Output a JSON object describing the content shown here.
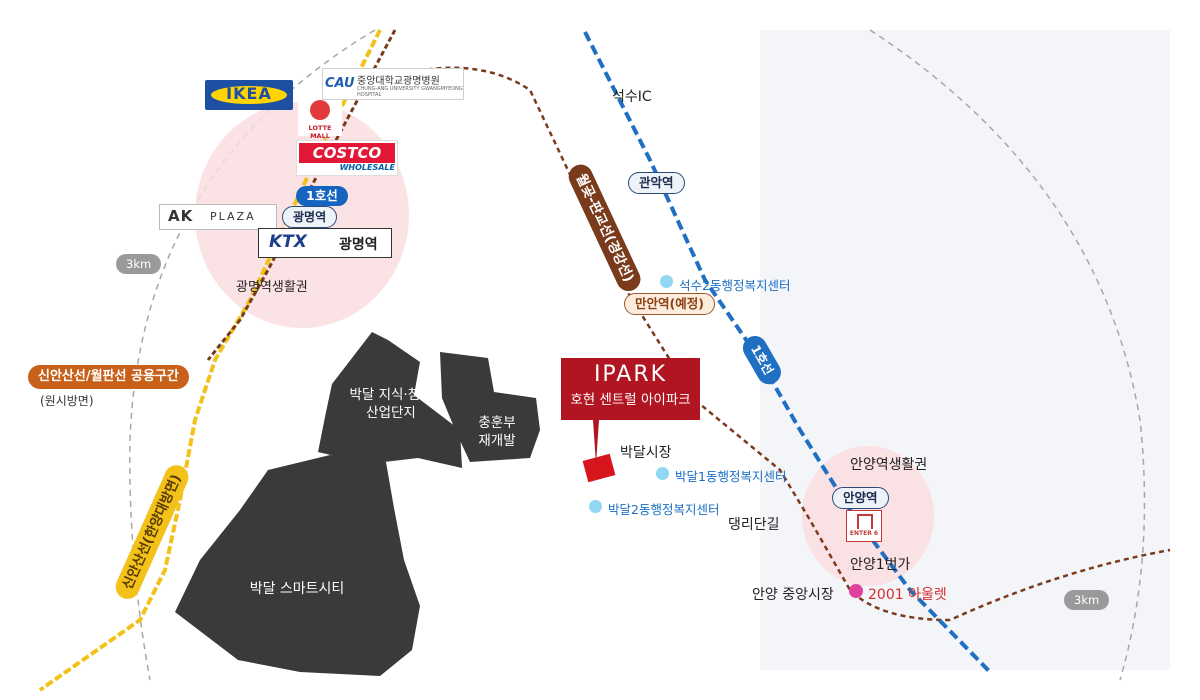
{
  "distance_rings": {
    "label_left": "3km",
    "label_right": "3km"
  },
  "rail_lines": {
    "line1": {
      "label": "1호선",
      "color": "#1f6fc3"
    },
    "wolgot_pangyo": {
      "label": "월곶-판교선(경강선)",
      "color": "#7a3b1c"
    },
    "sinansan": {
      "label": "신안산선(한양대방면)",
      "color": "#f2c21a"
    },
    "shared": {
      "label": "신안산선/월판선 공용구간",
      "sub": "(원시방면)",
      "color": "#c8601a"
    }
  },
  "stations": {
    "gwangmyeong": "광명역",
    "line1_badge": "1호선",
    "ktx_station": "광명역",
    "gwanak": "관악역",
    "manan": "만안역(예정)",
    "anyang": "안양역"
  },
  "areas": {
    "gwangmyeong_zone": "광명역생활권",
    "anyang_zone": "안양역생활권",
    "anyang_1beonga": "안양1번가"
  },
  "districts": {
    "knowledge_complex": "박달 지식·첨단\n산업단지",
    "chunghunbu": "충훈부\n재개발",
    "smart_city": "박달 스마트시티"
  },
  "places": {
    "seoksu_ic": "석수IC",
    "seoksu2_center": "석수2동행정복지센터",
    "bakdal1_center": "박달1동행정복지센터",
    "bakdal2_center": "박달2동행정복지센터",
    "bakdal_market": "박달시장",
    "daengni": "댕리단길",
    "anyang_market": "안양 중앙시장",
    "outlet": "2001 아울렛"
  },
  "project": {
    "brand": "IPARK",
    "name": "호현 센트럴 아이파크",
    "color": "#b01521"
  },
  "logos": {
    "ikea": "IKEA",
    "cau_mark": "CAU",
    "cau": "중앙대학교광명병원",
    "cau_en": "CHUNG-ANG UNIVERSITY GWANGMYEONG HOSPITAL",
    "lottemall": "LOTTE MALL",
    "costco": "COSTCO",
    "costco_sub": "WHOLESALE",
    "ak_mark": "AK",
    "ak": "PLAZA",
    "ktx": "KTX",
    "enter6": "ENTER 6"
  }
}
